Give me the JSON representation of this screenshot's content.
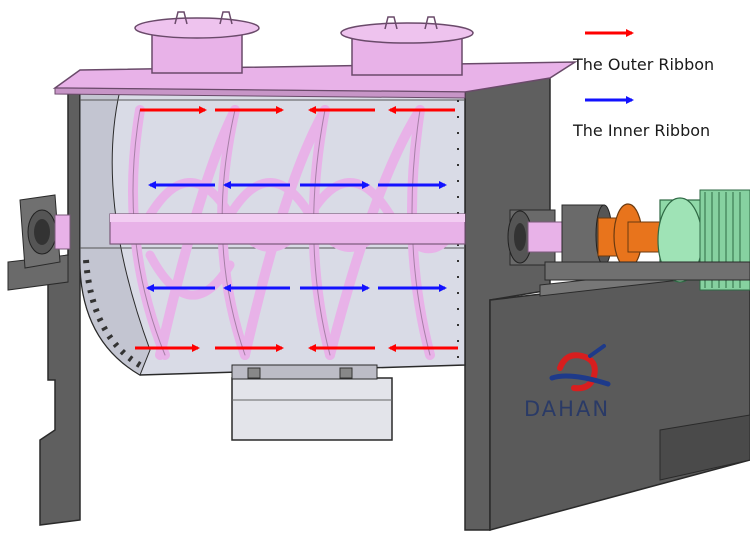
{
  "legend": {
    "outer": {
      "label": "The Outer Ribbon",
      "color": "#ff0000"
    },
    "inner": {
      "label": "The Inner Ribbon",
      "color": "#1212ff"
    }
  },
  "brand": {
    "name": "DAHAN"
  },
  "colors": {
    "ribbon_pink": "#e8b2e8",
    "motor_green": "#8fd9a8",
    "coupling_orange": "#e8741c",
    "frame_gray": "#5a5a5a"
  }
}
